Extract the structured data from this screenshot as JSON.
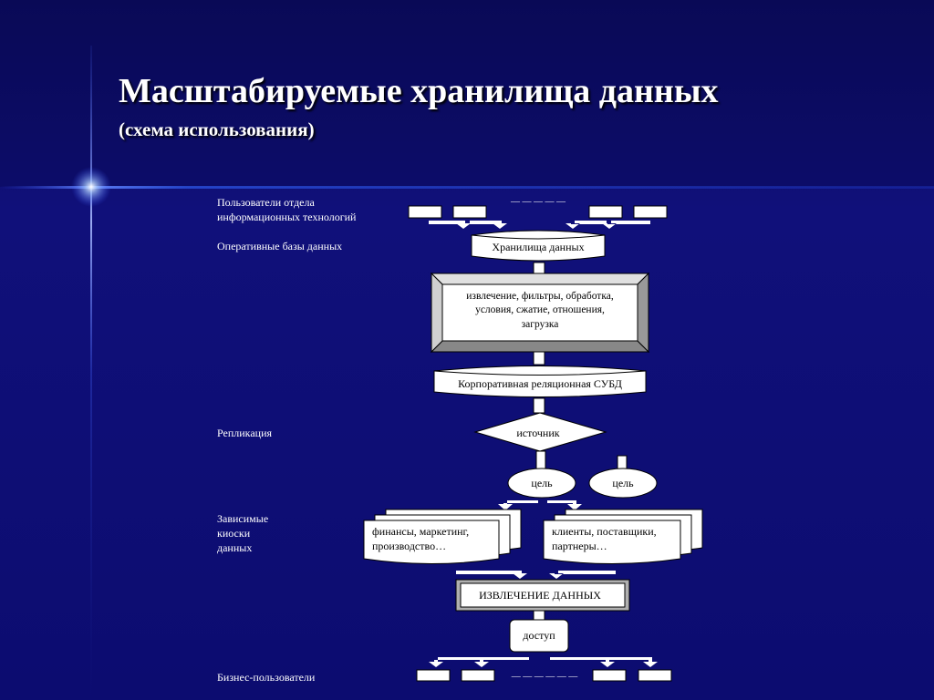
{
  "slide": {
    "title": "Масштабируемые хранилища данных",
    "subtitle": "(схема использования)"
  },
  "labels": {
    "it_users_1": "Пользователи отдела",
    "it_users_2": "информационных технологий",
    "operational_db": "Оперативные базы данных",
    "replication": "Репликация",
    "marts_1": "Зависимые",
    "marts_2": "киоски",
    "marts_3": "данных",
    "business_users": "Бизнес-пользователи"
  },
  "diagram": {
    "top_dashes": "— — — — —",
    "warehouse": "Хранилища данных",
    "etl_line1": "извлечение, фильтры, обработка,",
    "etl_line2": "условия, сжатие, отношения,",
    "etl_line3": "загрузка",
    "corporate_rdbms": "Корпоративная реляционная СУБД",
    "source": "источник",
    "target_1": "цель",
    "target_2": "цель",
    "mart1_line1": "финансы, маркетинг,",
    "mart1_line2": "производство…",
    "mart2_line1": "клиенты, поставщики,",
    "mart2_line2": "партнеры…",
    "extraction": "ИЗВЛЕЧЕНИЕ ДАННЫХ",
    "access": "доступ",
    "bottom_dashes": "— — — — — —"
  },
  "colors": {
    "background": "#0d0d6e",
    "shape_fill": "#ffffff",
    "shape_stroke": "#000000",
    "bevel_gray": "#b0b0b0"
  }
}
